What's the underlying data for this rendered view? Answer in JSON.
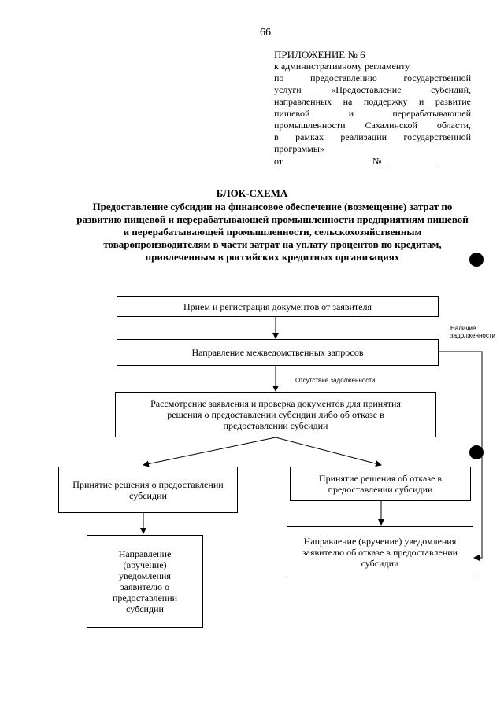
{
  "page_number": "66",
  "appendix": {
    "title": "ПРИЛОЖЕНИЕ № 6",
    "line1": "к административному регламенту",
    "line2": "по предоставлению государственной",
    "line3": "услуги «Предоставление субсидий,",
    "line4": "направленных на поддержку и развитие",
    "line5": "пищевой и перерабатывающей",
    "line6": "промышленности Сахалинской области,",
    "line7": "в рамках реализации государственной",
    "line8": "программы»",
    "from_label": "от",
    "number_label": "№"
  },
  "diagram": {
    "title": "БЛОК-СХЕМА",
    "subtitle": "Предоставление субсидии на финансовое обеспечение (возмещение) затрат по развитию пищевой и перерабатывающей промышленности предприятиям пищевой и перерабатывающей промышленности, сельскохозяйственным товаропроизводителям в части затрат на уплату процентов по кредитам, привлеченным в российских кредитных организациях",
    "boxes": {
      "reception": "Прием и регистрация документов от заявителя",
      "requests": "Направление межведомственных запросов",
      "review": "Рассмотрение заявления и проверка документов для принятия решения о предоставлении субсидии либо об отказе в предоставлении субсидии",
      "grant_decision": "Принятие решения о предоставлении субсидии",
      "refusal_decision": "Принятие решения об отказе в предоставлении субсидии",
      "grant_notice": "Направление (вручение) уведомления заявителю о предоставлении субсидии",
      "refusal_notice": "Направление (вручение) уведомления заявителю об отказе в предоставлении субсидии"
    },
    "labels": {
      "debt_present": "Наличие задолженности",
      "debt_absent": "Отсутствие задолженности"
    }
  }
}
